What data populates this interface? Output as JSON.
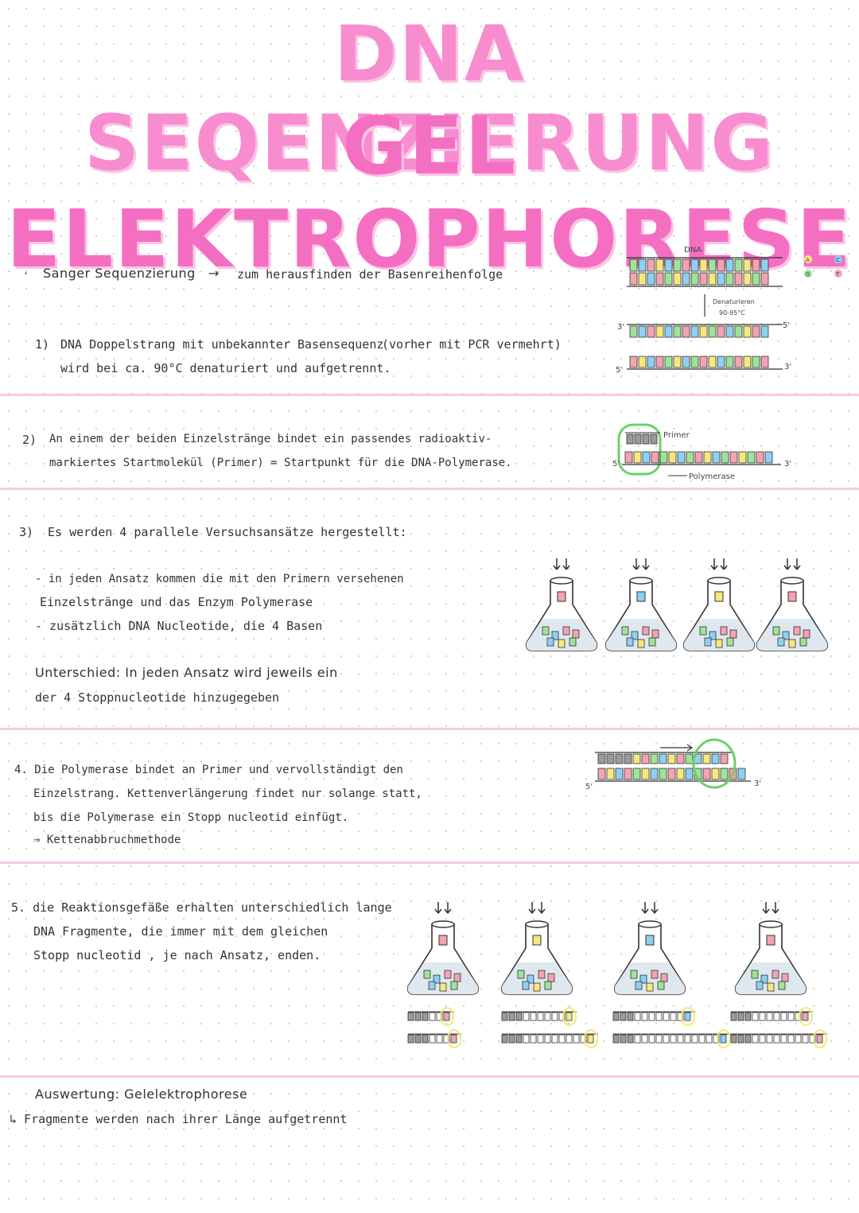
{
  "title": {
    "line1": "DNA SEQENZIERUNG",
    "line2": "GEL ELEKTROPHORESE"
  },
  "intro": {
    "bullet": "·",
    "left": "Sanger Sequenzierung",
    "arrow": "→",
    "right": "zum herausfinden der Basenreihenfolge"
  },
  "step1": {
    "num": "1)",
    "line1": "DNA Doppelstrang mit unbekannter Basensequenz",
    "note": "(vorher mit PCR vermehrt)",
    "line2": "wird bei ca. 90°C denaturiert und aufgetrennt."
  },
  "step2": {
    "num": "2)",
    "line1": "An einem der beiden Einzelstränge bindet ein passendes radioaktiv-",
    "line2": "markiertes Startmolekül (Primer) = Startpunkt für die DNA-Polymerase."
  },
  "step3": {
    "num": "3)",
    "line1": "Es werden 4 parallele Versuchsansätze hergestellt:",
    "b1": "- in jeden Ansatz kommen die mit den Primern versehenen",
    "b1b": "Einzelstränge und das Enzym Polymerase",
    "b2": "- zusätzlich DNA Nucleotide, die 4 Basen",
    "u1": "Unterschied: In jeden Ansatz wird jeweils ein",
    "u2": "der 4 Stoppnucleotide hinzugegeben"
  },
  "step4": {
    "line1": "4. Die Polymerase bindet an Primer und vervollständigt den",
    "line2": "Einzelstrang. Kettenverlängerung findet nur solange statt,",
    "line3": "bis die Polymerase ein Stopp nucleotid einfügt.",
    "line4": "⇒ Kettenabbruchmethode"
  },
  "step5": {
    "line1": "5. die Reaktionsgefäße erhalten unterschiedlich lange",
    "line2": "DNA Fragmente, die immer mit dem gleichen",
    "line3": "Stopp nucleotid , je nach Ansatz, enden."
  },
  "evaluation": {
    "line1": "Auswertung: Gelelektrophorese",
    "line2": "↳ Fragmente werden nach ihrer Länge aufgetrennt"
  },
  "diagram_labels": {
    "dna": "DNA",
    "denature": "Denaturieren",
    "temp": "90-95°C",
    "five_prime": "5'",
    "three_prime": "3'",
    "primer": "Primer",
    "polymerase": "Polymerase",
    "legend": [
      "A",
      "C",
      "G",
      "T"
    ]
  },
  "colors": {
    "pink_title": "#f78ccf",
    "divider": "#f9c8e6",
    "A": "#f4a3b0",
    "C": "#8fd0f0",
    "G": "#9fe39a",
    "T": "#f6e87c"
  }
}
